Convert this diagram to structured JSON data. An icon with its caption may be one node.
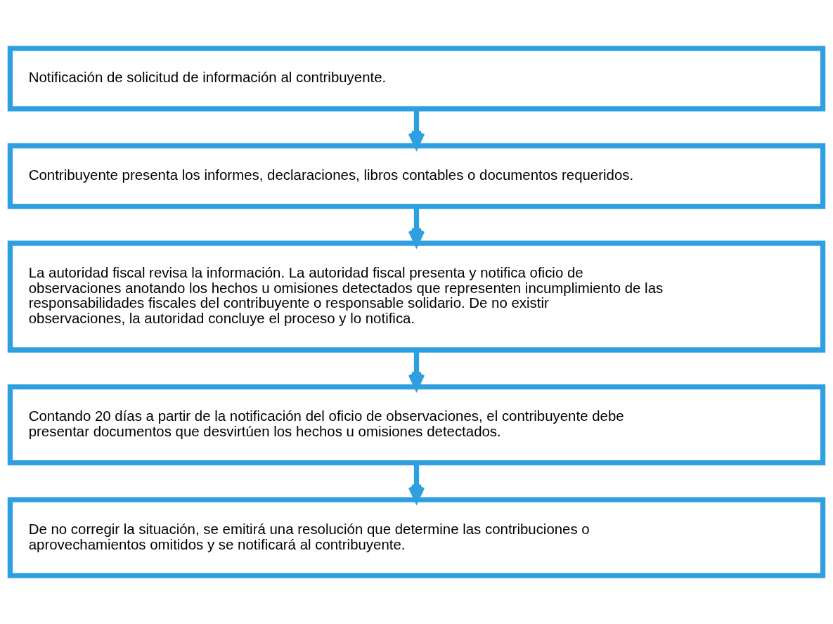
{
  "diagram": {
    "nodes": [
      {
        "text": [
          "Notificación de solicitud de información al contribuyente."
        ]
      },
      {
        "text": [
          "Contribuyente presenta los informes, declaraciones, libros contables o documentos requeridos."
        ]
      },
      {
        "text": [
          "La autoridad fiscal revisa la información. La autoridad fiscal presenta y notifica oficio de observaciones anotando los hechos u omisiones detectados que representen incumplimiento de las responsabilidades fiscales del contribuyente o responsable solidario. De no existir observaciones, la autoridad concluye el proceso y lo notifica."
        ]
      },
      {
        "text": [
          "Contando 20 días a partir de la notificación del oficio de observaciones, el contribuyente debe presentar documentos que desvirtúen los hechos u omisiones detectados."
        ]
      },
      {
        "text": [
          "De no corregir la situación, se emitirá una resolución que determine las contribuciones o aprovechamientos omitidos y se notificará al contribuyente."
        ]
      }
    ],
    "edges": [
      {
        "from": 0,
        "to": 1,
        "arrow": "to"
      },
      {
        "from": 1,
        "to": 2,
        "arrow": "to"
      },
      {
        "from": 2,
        "to": 3,
        "arrow": "to"
      },
      {
        "from": 3,
        "to": 4,
        "arrow": "to"
      }
    ]
  }
}
